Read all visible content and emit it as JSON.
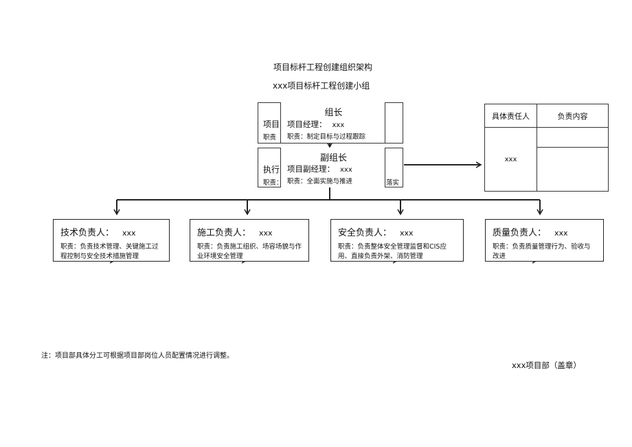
{
  "title": "项目标杆工程创建组织架构",
  "subtitle": "xxx项目标杆工程创建小组",
  "leader_box": {
    "heading": "组长",
    "role_label": "项目经理：",
    "role_value": "xxx",
    "duty": "职责：制定目标与过程跟踪",
    "hidden_left_text": "项目",
    "hidden_left_duty": "职责"
  },
  "deputy_box": {
    "heading": "副组长",
    "role_label": "项目副经理：",
    "role_value": "xxx",
    "duty": "职责：全面实施与推进",
    "hidden_left_text": "执行",
    "hidden_left_duty": "职责：",
    "hidden_right_duty": "落实"
  },
  "duty_boxes": [
    {
      "role": "技术负责人：",
      "value": "xxx",
      "duty": "职责：负责技术管理、关键施工过程控制与安全技术措施管理"
    },
    {
      "role": "施工负责人：",
      "value": "xxx",
      "duty": "职责：负责施工组织、场容场貌与作业环境安全管理"
    },
    {
      "role": "安全负责人：",
      "value": "xxx",
      "duty": "职责：负责整体安全管理监督和CIS应用、直接负责外架、消防管理"
    },
    {
      "role": "质量负责人：",
      "value": "xxx",
      "duty": "职责：负责质量管理行为、验收与改进"
    }
  ],
  "responsibility_table": {
    "headers": [
      "具体责任人",
      "负责内容"
    ],
    "person": "xxx"
  },
  "note": "注：项目部具体分工可根据项目部岗位人员配置情况进行调整。",
  "stamp": "xxx项目部（盖章）"
}
